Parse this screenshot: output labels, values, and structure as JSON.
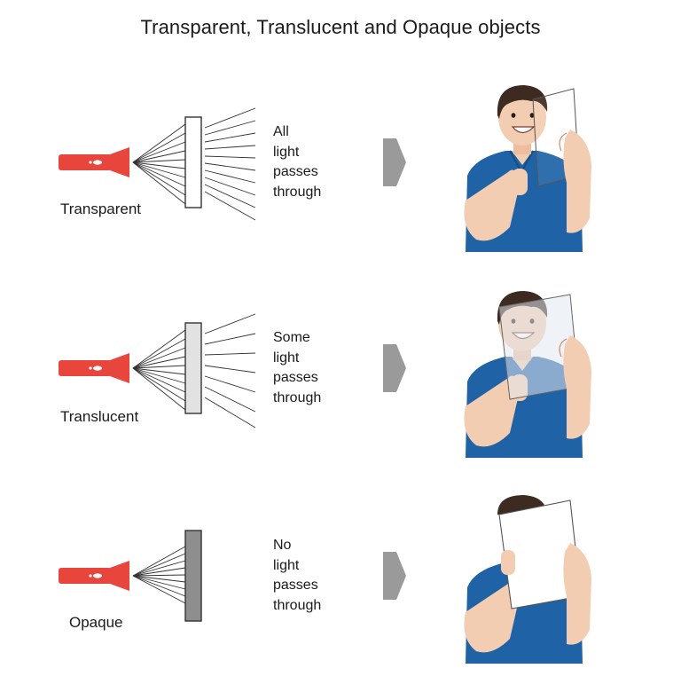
{
  "title": "Transparent, Translucent and Opaque objects",
  "icons": {
    "light_source": "flashlight-icon",
    "result": "arrow-right-icon",
    "observer": "man-holding-sheet"
  },
  "colors": {
    "flashlight": "#e8453c",
    "shirt": "#1f63a6",
    "arrow": "#9a9a9a",
    "opaque_panel": "#8e8e8e",
    "translucent_panel": "#e2e2e2",
    "transparent_panel": "#ffffff"
  },
  "rows": [
    {
      "material": "Transparent",
      "caption": [
        "All",
        "light",
        "passes",
        "through"
      ]
    },
    {
      "material": "Translucent",
      "caption": [
        "Some",
        "light",
        "passes",
        "through"
      ]
    },
    {
      "material": "Opaque",
      "caption": [
        "No",
        "light",
        "passes",
        "through"
      ]
    }
  ]
}
